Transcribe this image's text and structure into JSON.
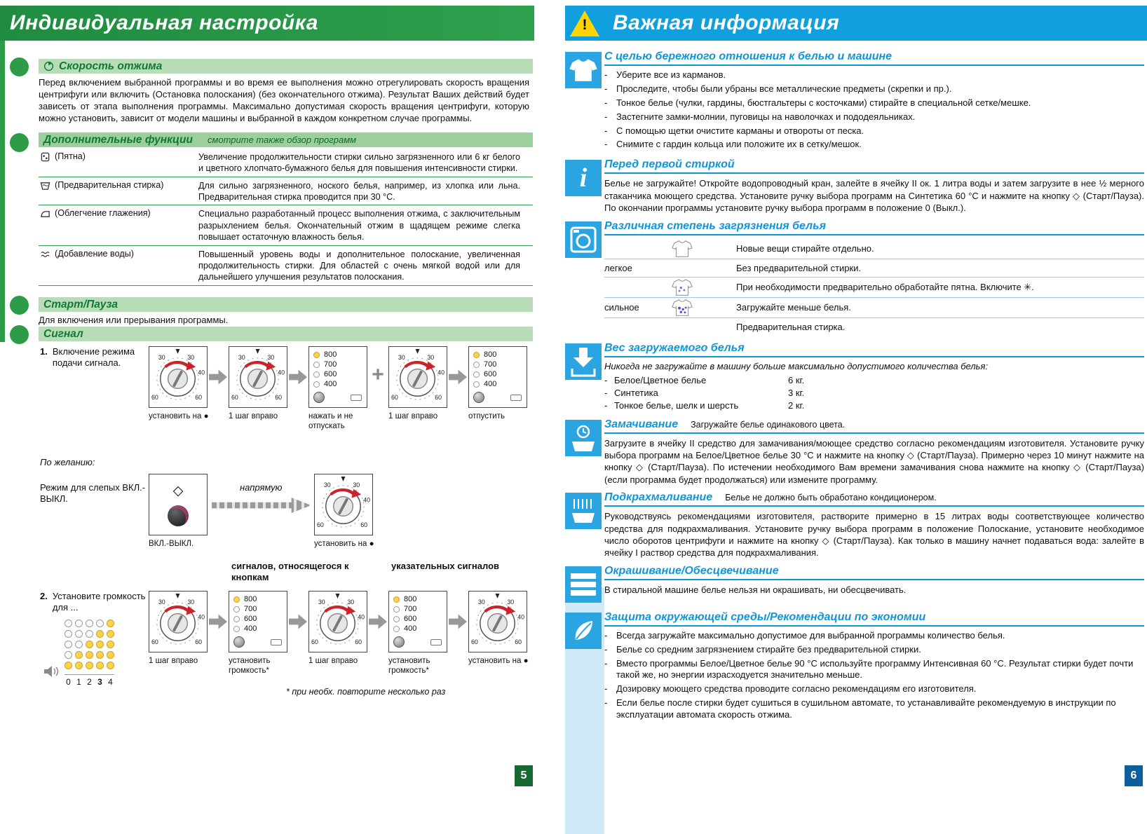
{
  "ui": {
    "dash": "-"
  },
  "left": {
    "title": "Индивидуальная настройка",
    "page_num": "5",
    "spin": {
      "title": "Скорость отжима",
      "body": "Перед включением выбранной программы и во время ее выполнения можно отрегулировать скорость вращения центрифуги или включить (Остановка полоскания) (без окончательного отжима). Результат Ваших действий будет зависеть от этапа выполнения программы. Максимально допустимая скорость вращения центрифуги, которую можно установить, зависит от модели машины и выбранной в каждом конкретном случае программы."
    },
    "extras": {
      "title": "Дополнительные функции",
      "subtitle": "смотрите также обзор программ",
      "rows": [
        {
          "label": "(Пятна)",
          "text": "Увеличение продолжительности стирки сильно загрязненного или 6 кг белого и цветного хлопчато-бумажного белья для повышения интенсивности стирки."
        },
        {
          "label": "(Предварительная стирка)",
          "text": "Для сильно загрязненного, ноского белья, например, из хлопка или льна. Предварительная стирка проводится при 30 °C."
        },
        {
          "label": "(Облегчение глажения)",
          "text": "Специально разработанный процесс выполнения отжима, с заключительным разрыхлением белья. Окончательный отжим в щадящем режиме слегка повышает остаточную влажность белья."
        },
        {
          "label": "(Добавление воды)",
          "text": "Повышенный уровень воды и дополнительное полоскание, увеличенная продолжительность стирки. Для областей с очень мягкой водой или для дальнейшего улучшения результатов полоскания."
        }
      ]
    },
    "start_pause": {
      "title": "Старт/Пауза",
      "body": "Для включения или прерывания программы."
    },
    "signal": {
      "title": "Сигнал",
      "step1_no": "1.",
      "step1": "Включение режима подачи сигнала.",
      "captions1": [
        "установить на ●",
        "1 шаг вправо",
        "нажать и не отпускать",
        "1 шаг вправо",
        "отпустить"
      ],
      "plus": "+",
      "optional": "По желанию:",
      "blind": "Режим для слепых ВКЛ.-ВЫКЛ.",
      "direct": "напрямую",
      "onoff": "ВКЛ.-ВЫКЛ.",
      "set_dot": "установить на ●",
      "sp_symbol": "◇",
      "cap_buttons": "сигналов, относящегося к кнопкам",
      "cap_indicators": "указательных сигналов",
      "step2_no": "2.",
      "step2": "Установите громкость для ...",
      "captions2": [
        "1 шаг вправо",
        "установить громкость*",
        "1 шаг вправо",
        "установить громкость*",
        "установить на ●"
      ],
      "volume_ticks": [
        "0",
        "1",
        "2",
        "3",
        "4"
      ],
      "footnote": "* при необх. повторите несколько раз"
    },
    "dial": {
      "ticks": [
        "30",
        "30",
        "40",
        "60",
        "60"
      ]
    },
    "led": {
      "values": [
        "800",
        "700",
        "600",
        "400"
      ]
    }
  },
  "right": {
    "title": "Важная информация",
    "page_num": "6",
    "warning_char": "!",
    "info_char": "i",
    "care": {
      "title": "С целью бережного отношения к белью и машине",
      "bullets": [
        "Уберите все из карманов.",
        "Проследите, чтобы были убраны все металлические предметы (скрепки и пр.).",
        "Тонкое белье (чулки, гардины, бюстгальтеры с косточками) стирайте в специальной сетке/мешке.",
        "Застегните замки-молнии, пуговицы на наволочках и пододеяльниках.",
        "С помощью щетки очистите карманы и отвороты от песка.",
        "Снимите с гардин кольца или положите их в сетку/мешок."
      ]
    },
    "first_wash": {
      "title": "Перед первой стиркой",
      "body": "Белье не загружайте! Откройте водопроводный кран, залейте в ячейку II ок. 1 литра воды и затем загрузите в нее ½ мерного стаканчика моющего средства. Установите ручку выбора программ на Синтетика 60 °C и нажмите на кнопку ◇ (Старт/Пауза). По окончании программы установите ручку выбора программ в положение 0 (Выкл.)."
    },
    "soiling": {
      "title": "Различная степень загрязнения белья",
      "rows": [
        {
          "level": "",
          "text": "Новые вещи стирайте отдельно."
        },
        {
          "level": "легкое",
          "text": "Без предварительной стирки."
        },
        {
          "level": "",
          "text": "При необходимости предварительно обработайте пятна. Включите ✳."
        },
        {
          "level": "сильное",
          "text": "Загружайте меньше белья."
        },
        {
          "level": "",
          "text": "Предварительная стирка."
        }
      ]
    },
    "weight": {
      "title": "Вес загружаемого белья",
      "intro": "Никогда не загружайте в машину больше максимально допустимого количества белья:",
      "items": [
        {
          "label": "Белое/Цветное белье",
          "value": "6 кг."
        },
        {
          "label": "Синтетика",
          "value": "3 кг."
        },
        {
          "label": "Тонкое белье, шелк и шерсть",
          "value": "2 кг."
        }
      ]
    },
    "soak": {
      "title": "Замачивание",
      "subtitle": "Загружайте белье одинакового цвета.",
      "body": "Загрузите в ячейку II средство для замачивания/моющее средство согласно рекомендациям изготовителя. Установите ручку выбора программ на Белое/Цветное белье 30 °C и нажмите на кнопку ◇ (Старт/Пауза). Примерно через 10 минут нажмите на кнопку ◇ (Старт/Пауза). По истечении необходимого Вам времени замачивания снова нажмите на кнопку ◇ (Старт/Пауза) (если программа будет продолжаться) или измените программу."
    },
    "starch": {
      "title": "Подкрахмаливание",
      "subtitle": "Белье не должно быть обработано кондиционером.",
      "body": "Руководствуясь рекомендациями изготовителя, растворите примерно в 15 литрах воды соответствующее количество средства для подкрахмаливания. Установите ручку выбора программ в положение Полоскание, установите необходимое число оборотов центрифуги и нажмите на кнопку ◇ (Старт/Пауза). Как только в машину начнет подаваться вода: залейте в ячейку I раствор средства для подкрахмаливания."
    },
    "dye": {
      "title": "Окрашивание/Обесцвечивание",
      "body": "В стиральной машине белье нельзя ни окрашивать, ни обесцвечивать."
    },
    "eco": {
      "title": "Защита окружающей среды/Рекомендации по экономии",
      "bullets": [
        "Всегда загружайте максимально допустимое для выбранной программы количество белья.",
        "Белье со средним загрязнением стирайте без предварительной стирки.",
        "Вместо программы Белое/Цветное белье 90 °C используйте программу Интенсивная 60 °C. Результат стирки будет почти такой же, но энергии израсходуется значительно меньше.",
        "Дозировку моющего средства проводите согласно рекомендациям его изготовителя.",
        "Если белье после стирки будет сушиться в сушильном автомате, то устанавливайте рекомендуемую в инструкции по эксплуатации автомата скорость отжима."
      ]
    }
  }
}
